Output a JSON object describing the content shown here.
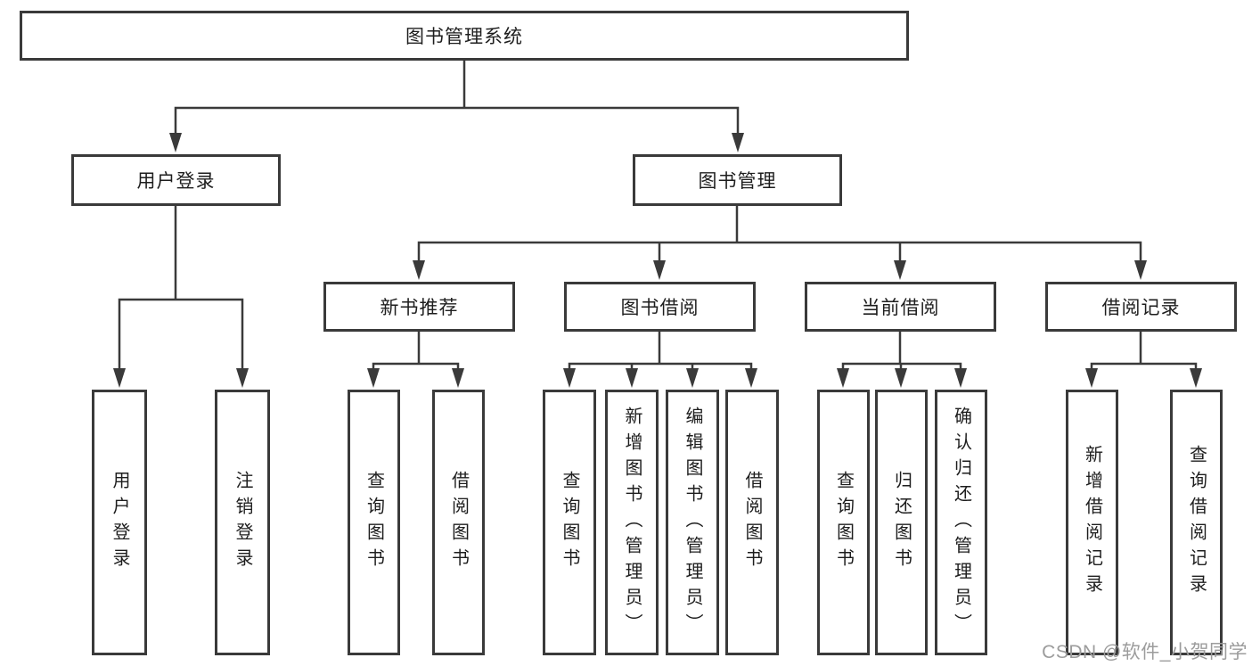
{
  "tree": {
    "root": {
      "label": "图书管理系统"
    },
    "branches": [
      {
        "label": "用户登录",
        "children": [
          {
            "label": "用户登录"
          },
          {
            "label": "注销登录"
          }
        ]
      },
      {
        "label": "图书管理",
        "children": [
          {
            "label": "新书推荐",
            "children": [
              {
                "label": "查询图书"
              },
              {
                "label": "借阅图书"
              }
            ]
          },
          {
            "label": "图书借阅",
            "children": [
              {
                "label": "查询图书"
              },
              {
                "label": "新增图书（管理员）"
              },
              {
                "label": "编辑图书（管理员）"
              },
              {
                "label": "借阅图书"
              }
            ]
          },
          {
            "label": "当前借阅",
            "children": [
              {
                "label": "查询图书"
              },
              {
                "label": "归还图书"
              },
              {
                "label": "确认归还（管理员）"
              }
            ]
          },
          {
            "label": "借阅记录",
            "children": [
              {
                "label": "新增借阅记录"
              },
              {
                "label": "查询借阅记录"
              }
            ]
          }
        ]
      }
    ]
  },
  "watermark": {
    "text": "CSDN @软件_小贺同学"
  },
  "colors": {
    "line": "#3a3a3a",
    "box_border": "#3a3a3a",
    "box_fill": "#ffffff",
    "text": "#1e1e1e",
    "watermark_text": "#9c9c9c",
    "background": "#ffffff"
  }
}
